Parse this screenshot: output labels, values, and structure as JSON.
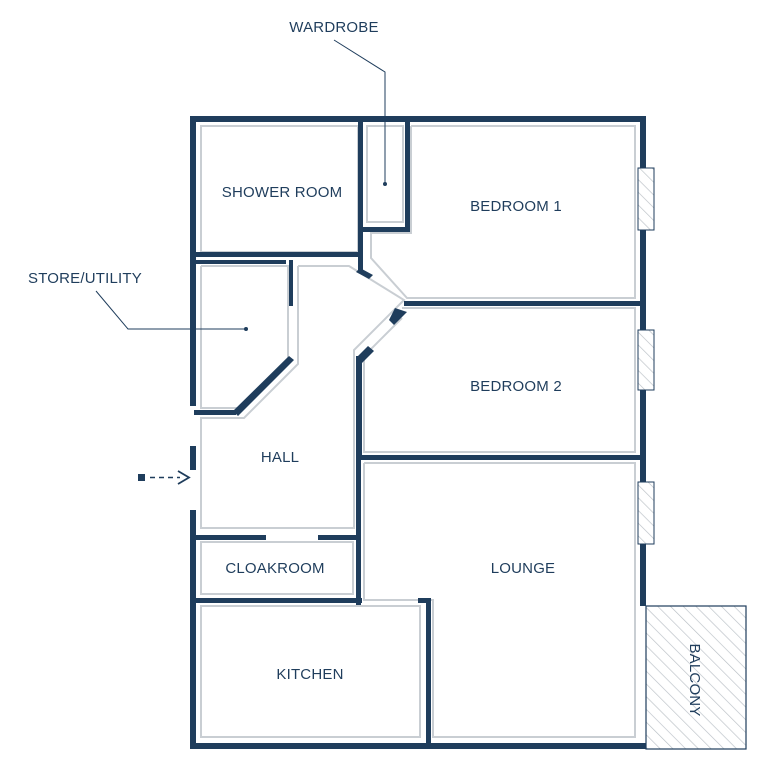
{
  "colors": {
    "wall": "#1f3d5c",
    "inner_line": "#c9ced3",
    "hatch": "#b9bfc5",
    "background": "#ffffff"
  },
  "rooms": {
    "shower_room": "SHOWER ROOM",
    "bedroom_1": "BEDROOM 1",
    "bedroom_2": "BEDROOM 2",
    "hall": "HALL",
    "cloakroom": "CLOAKROOM",
    "lounge": "LOUNGE",
    "kitchen": "KITCHEN",
    "balcony": "BALCONY"
  },
  "callouts": {
    "wardrobe": "WARDROBE",
    "store_utility": "STORE/UTILITY"
  },
  "icons": {
    "entrance": "entrance-arrow-icon",
    "window": "window-icon"
  }
}
